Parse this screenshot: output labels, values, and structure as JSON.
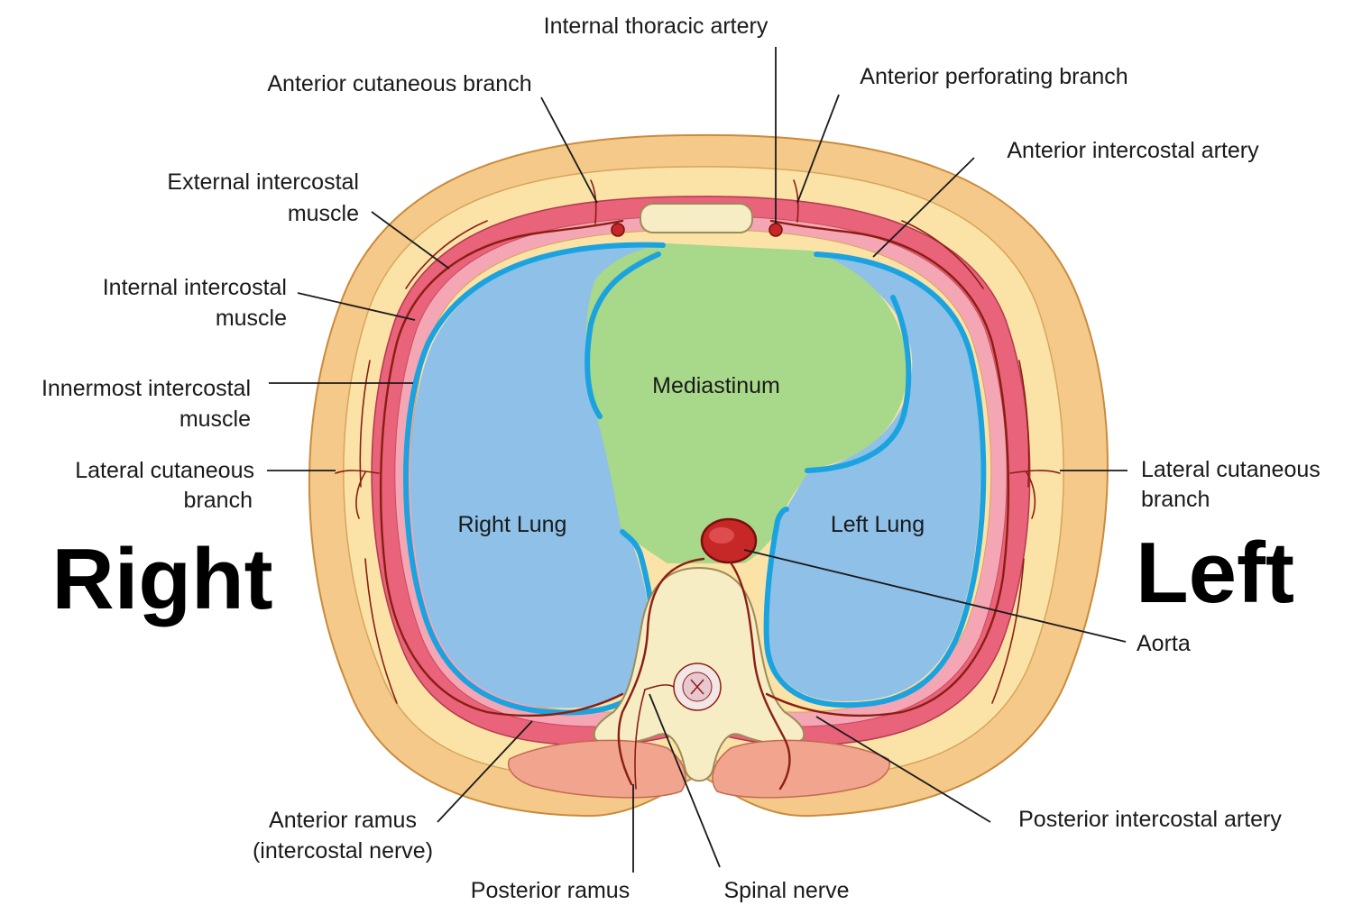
{
  "labels": {
    "internal_thoracic_artery": "Internal thoracic artery",
    "anterior_cutaneous_branch": "Anterior cutaneous branch",
    "anterior_perforating_branch": "Anterior perforating branch",
    "anterior_intercostal_artery": "Anterior intercostal artery",
    "external_intercostal_1": "External intercostal",
    "external_intercostal_2": "muscle",
    "internal_intercostal_1": "Internal intercostal",
    "internal_intercostal_2": "muscle",
    "innermost_intercostal_1": "Innermost intercostal",
    "innermost_intercostal_2": "muscle",
    "lateral_cutaneous_right_1": "Lateral cutaneous",
    "lateral_cutaneous_right_2": "branch",
    "lateral_cutaneous_left_1": "Lateral cutaneous",
    "lateral_cutaneous_left_2": "branch",
    "mediastinum": "Mediastinum",
    "right_lung": "Right Lung",
    "left_lung": "Left Lung",
    "aorta": "Aorta",
    "anterior_ramus_1": "Anterior ramus",
    "anterior_ramus_2": "(intercostal nerve)",
    "posterior_ramus": "Posterior ramus",
    "spinal_nerve": "Spinal nerve",
    "posterior_intercostal_artery": "Posterior intercostal artery"
  },
  "side_labels": {
    "right": "Right",
    "left": "Left"
  },
  "colors": {
    "skin": "#f5c98a",
    "fat": "#fbe3a8",
    "muscle_band": "#e9637a",
    "lung": "#8ec0e8",
    "mediastinum": "#a8d88a",
    "pleura": "#1ba3e0",
    "aorta": "#c62828",
    "vertebra": "#f7edc4",
    "back_muscle": "#f2a58e",
    "nerve": "#8b1e12"
  }
}
